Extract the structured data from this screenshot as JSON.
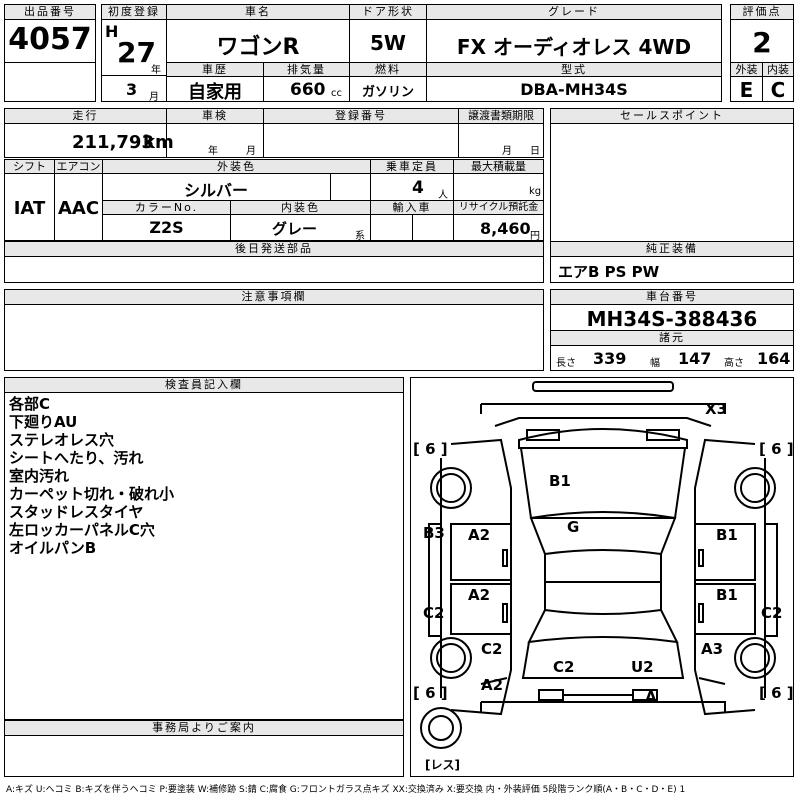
{
  "top": {
    "lot_no_label": "出品番号",
    "lot_no": "4057",
    "first_reg_label": "初度登録",
    "era": "H",
    "reg_year": "27",
    "year_unit": "年",
    "reg_month": "3",
    "month_unit": "月",
    "car_name_label": "車名",
    "car_name": "ワゴンR",
    "door_label": "ドア形状",
    "door": "5W",
    "grade_label": "グレード",
    "grade": "FX オーディオレス 4WD",
    "score_label": "評価点",
    "score": "2",
    "history_label": "車歴",
    "history": "自家用",
    "displacement_label": "排気量",
    "displacement": "660",
    "displacement_unit": "cc",
    "fuel_label": "燃料",
    "fuel": "ガソリン",
    "model_label": "型式",
    "model": "DBA-MH34S",
    "exterior_label": "外装",
    "exterior": "E",
    "interior_label": "内装",
    "interior": "C"
  },
  "row2": {
    "mileage_label": "走行",
    "mileage": "211,793",
    "mileage_unit": "km",
    "inspection_label": "車検",
    "inspection_year_unit": "年",
    "inspection_month_unit": "月",
    "plate_label": "登録番号",
    "transfer_label": "譲渡書類期限",
    "transfer_month_unit": "月",
    "transfer_day_unit": "日",
    "sales_label": "セールスポイント"
  },
  "row3": {
    "shift_label": "シフト",
    "shift": "IAT",
    "ac_label": "エアコン",
    "ac": "AAC",
    "color_label": "外装色",
    "color": "シルバー",
    "capacity_label": "乗車定員",
    "capacity": "4",
    "capacity_unit": "人",
    "load_label": "最大積載量",
    "load_unit": "kg",
    "color_no_label": "カラーNo.",
    "color_no": "Z2S",
    "interior_color_label": "内装色",
    "interior_color": "グレー",
    "interior_color_unit": "系",
    "import_label": "輸入車",
    "recycle_label": "リサイクル預託金",
    "recycle": "8,460",
    "recycle_unit": "円"
  },
  "later_parts_label": "後日発送部品",
  "genuine_label": "純正装備",
  "genuine": "エアB PS PW",
  "caution_label": "注意事項欄",
  "chassis_label": "車台番号",
  "chassis": "MH34S-388436",
  "specs_label": "諸元",
  "length_label": "長さ",
  "length": "339",
  "width_label": "幅",
  "width": "147",
  "height_label": "高さ",
  "height": "164",
  "inspector_label": "検査員記入欄",
  "inspector_notes": [
    "各部C",
    "下廻りAU",
    "ステレオレス穴",
    "シートへたり、汚れ",
    "室内汚れ",
    "カーペット切れ・破れ小",
    "スタッドレスタイヤ",
    "左ロッカーパネルC穴",
    "オイルパンB"
  ],
  "office_label": "事務局よりご案内",
  "diagram": {
    "x3": "X3",
    "tire_fl": "[ 6 ]",
    "tire_fr": "[ 6 ]",
    "tire_rl": "[ 6 ]",
    "tire_rr": "[ 6 ]",
    "b1_hood": "B1",
    "g": "G",
    "b3": "B3",
    "a2_1": "A2",
    "b1_r1": "B1",
    "a2_2": "A2",
    "b1_r2": "B1",
    "c2_left": "C2",
    "c2_right": "C2",
    "c2_rear": "C2",
    "a3": "A3",
    "c2_bottom": "C2",
    "u2": "U2",
    "a2_rear": "A2",
    "a_bumper": "A",
    "spare": "[レス]"
  },
  "legend": "A:キズ U:ヘコミ B:キズを伴うヘコミ P:要塗装 W:補修跡 S:錆 C:腐食 G:フロントガラス点キズ XX:交換済み X:要交換 内・外装評価 5段階ランク順(A・B・C・D・E) 1"
}
